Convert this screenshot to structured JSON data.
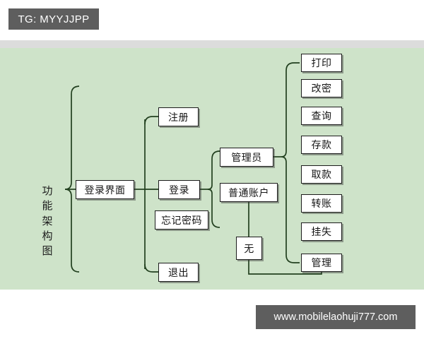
{
  "badge": {
    "text": "TG: MYYJJPP"
  },
  "watermark": {
    "text": "www.mobilelaohuji777.com"
  },
  "colors": {
    "canvas_background": "#cee3c9",
    "page_background": "#ffffff",
    "strip": "#dcdcdc",
    "banner": "#5e5e5e",
    "banner_text": "#ffffff",
    "line": "#22401f",
    "node_fill": "#ffffff",
    "node_border": "#1c1c1c"
  },
  "diagram": {
    "title_chars": [
      "功",
      "能",
      "架",
      "构",
      "图"
    ],
    "root": {
      "label": "登录界面"
    },
    "level2": [
      {
        "label": "注册"
      },
      {
        "label": "登录"
      },
      {
        "label": "忘记密码"
      },
      {
        "label": "退出"
      }
    ],
    "level3": [
      {
        "label": "管理员"
      },
      {
        "label": "普通账户"
      },
      {
        "label": "无"
      }
    ],
    "level4": [
      {
        "label": "打印"
      },
      {
        "label": "改密"
      },
      {
        "label": "查询"
      },
      {
        "label": "存款"
      },
      {
        "label": "取款"
      },
      {
        "label": "转账"
      },
      {
        "label": "挂失"
      },
      {
        "label": "管理"
      }
    ]
  }
}
